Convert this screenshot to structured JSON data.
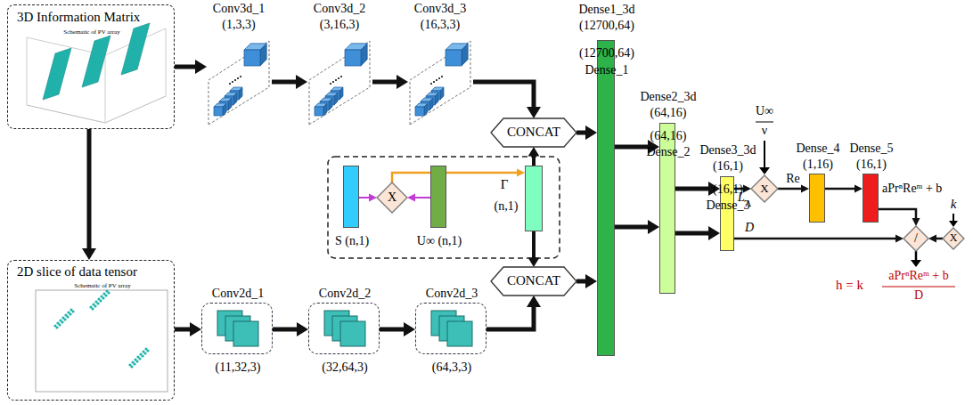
{
  "diagram": {
    "nodes": [
      {
        "text": [
          "3D Information Matrix",
          "Schematic of PV array"
        ]
      },
      {
        "text": [
          "Conv3d_1",
          "(1,3,3)"
        ]
      },
      {
        "text": [
          "Conv3d_2",
          "(3,16,3)"
        ]
      },
      {
        "text": [
          "Conv3d_3",
          "(16,3,3)"
        ]
      },
      {
        "text": [
          "CONCAT"
        ]
      },
      {
        "text": [
          "2D slice of data tensor",
          "Schematic of PV array"
        ]
      },
      {
        "text": [
          "Conv2d_1",
          "(11,32,3)"
        ]
      },
      {
        "text": [
          "Conv2d_2",
          "(32,64,3)"
        ]
      },
      {
        "text": [
          "Conv2d_3",
          "(64,3,3)"
        ]
      },
      {
        "text": [
          "S (n,1)"
        ]
      },
      {
        "text": [
          "X"
        ]
      },
      {
        "text": [
          "U∞ (n,1)"
        ]
      },
      {
        "text": [
          "Γ",
          "(n,1)"
        ]
      },
      {
        "text": [
          "CONCAT"
        ]
      },
      {
        "text": [
          "Dense1_3d",
          "(12700,64)",
          "(12700,64)",
          "Dense_1"
        ]
      },
      {
        "text": [
          "Dense2_3d",
          "(64,16)",
          "(64,16)",
          "Dense_2"
        ]
      },
      {
        "text": [
          "Dense3_3d",
          "(16,1)",
          "(16,1)",
          "Dense_3"
        ]
      },
      {
        "text": [
          "X"
        ]
      },
      {
        "text": [
          "Dense_4",
          "(1,16)"
        ]
      },
      {
        "text": [
          "Dense_5",
          "(16,1)"
        ]
      },
      {
        "text": [
          "/"
        ]
      },
      {
        "text": [
          "X"
        ]
      }
    ],
    "edges": [
      {
        "from": 0,
        "to": 1,
        "arrow": "to"
      },
      {
        "from": 1,
        "to": 2,
        "arrow": "to"
      },
      {
        "from": 2,
        "to": 3,
        "arrow": "to"
      },
      {
        "from": 3,
        "to": 4,
        "arrow": "to"
      },
      {
        "from": 0,
        "to": 5,
        "arrow": "to"
      },
      {
        "from": 5,
        "to": 6,
        "arrow": "to"
      },
      {
        "from": 6,
        "to": 7,
        "arrow": "to"
      },
      {
        "from": 7,
        "to": 8,
        "arrow": "to"
      },
      {
        "from": 8,
        "to": 13,
        "arrow": "to"
      },
      {
        "from": 9,
        "to": 10,
        "arrow": "to"
      },
      {
        "from": 11,
        "to": 10,
        "arrow": "to"
      },
      {
        "from": 10,
        "to": 12,
        "arrow": "to"
      },
      {
        "from": 12,
        "to": 4,
        "arrow": "to"
      },
      {
        "from": 12,
        "to": 13,
        "arrow": "to"
      },
      {
        "from": 4,
        "to": 14,
        "arrow": "to"
      },
      {
        "from": 13,
        "to": 14,
        "arrow": "to"
      },
      {
        "from": 14,
        "to": 15,
        "arrow": "to"
      },
      {
        "from": 14,
        "to": 15,
        "arrow": "to"
      },
      {
        "from": 15,
        "to": 16,
        "arrow": "to"
      },
      {
        "from": 15,
        "to": 16,
        "arrow": "to"
      },
      {
        "from": 16,
        "to": 17,
        "arrow": "to"
      },
      {
        "from": 17,
        "to": 18,
        "label": "Re",
        "arrow": "to"
      },
      {
        "from": 18,
        "to": 19,
        "arrow": "to"
      },
      {
        "from": 19,
        "to": 20,
        "label": "aPrⁿReᵐ + b",
        "arrow": "to"
      },
      {
        "from": 16,
        "to": 20,
        "label": "D",
        "arrow": "to"
      },
      {
        "from": 21,
        "to": 20,
        "arrow": "to"
      }
    ],
    "labels": [
      "L",
      "Λ",
      "U∞",
      "ν",
      "k",
      "h = k",
      "aPrⁿReᵐ + b",
      "D"
    ]
  }
}
